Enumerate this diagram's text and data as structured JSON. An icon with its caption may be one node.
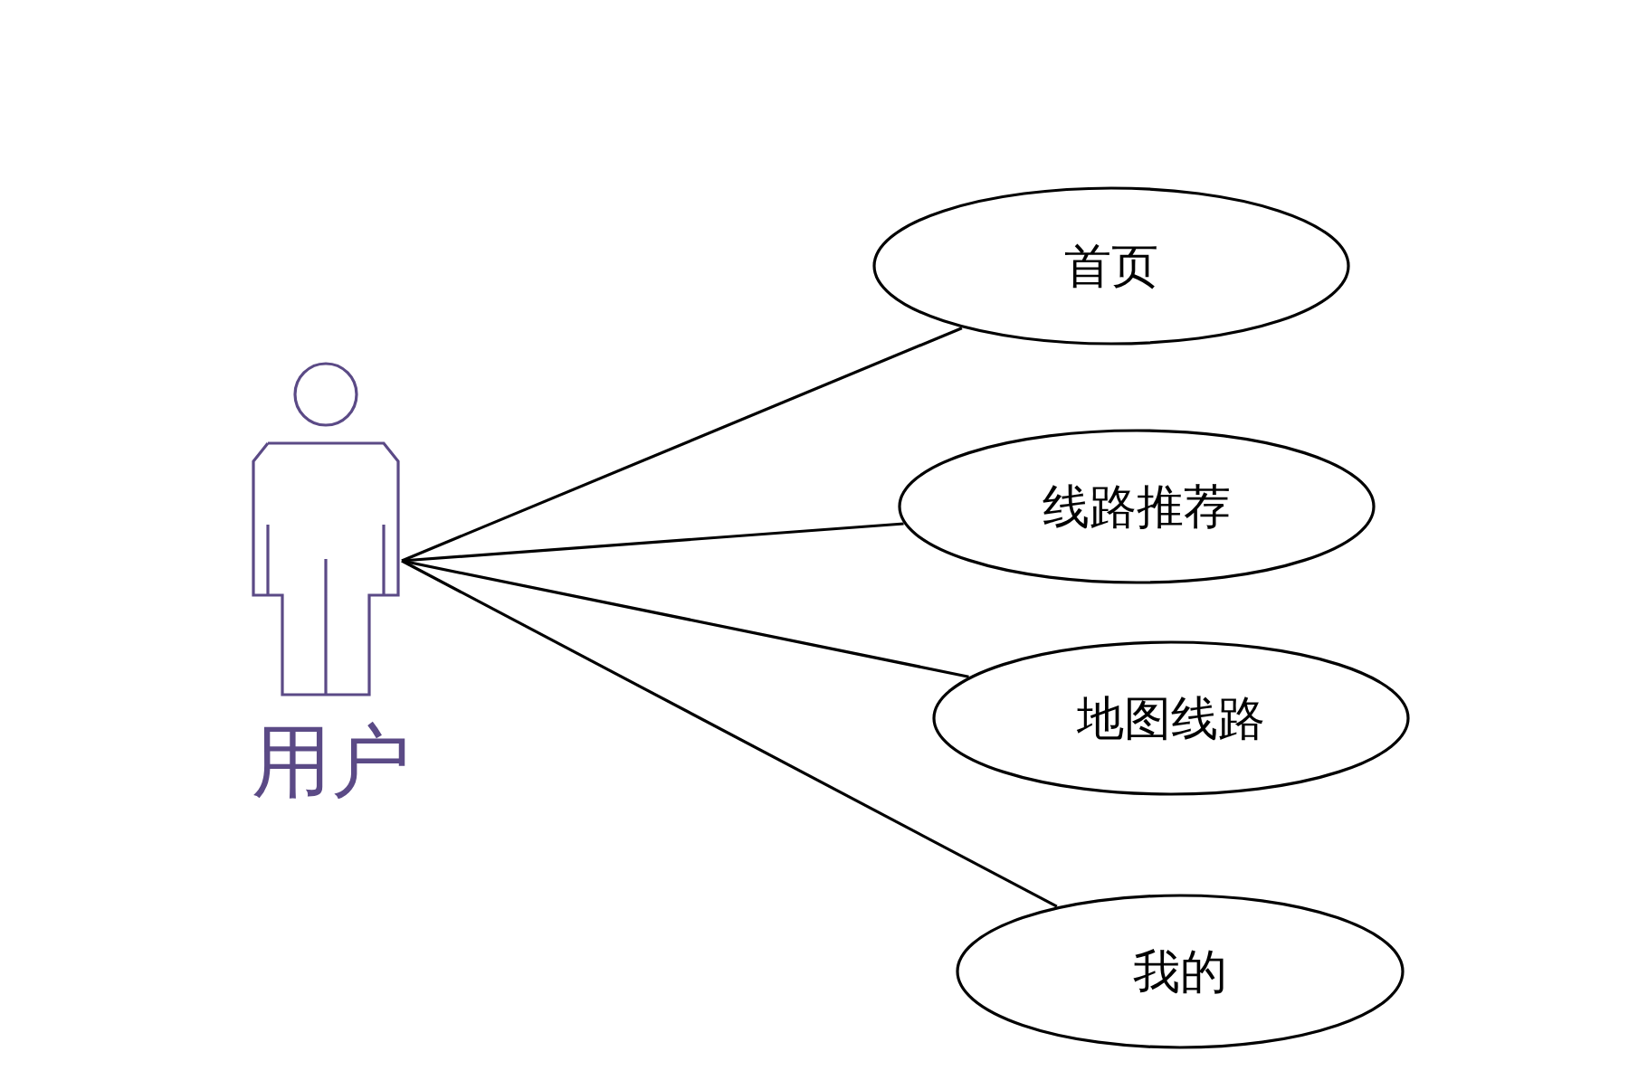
{
  "diagram": {
    "nodes": [
      {
        "text": [
          "用户"
        ]
      },
      {
        "text": [
          "首页"
        ]
      },
      {
        "text": [
          "线路推荐"
        ]
      },
      {
        "text": [
          "地图线路"
        ]
      },
      {
        "text": [
          "我的"
        ]
      }
    ],
    "edges": [
      {
        "from": 0,
        "to": 1,
        "arrow": "none"
      },
      {
        "from": 0,
        "to": 2,
        "arrow": "none"
      },
      {
        "from": 0,
        "to": 3,
        "arrow": "none"
      },
      {
        "from": 0,
        "to": 4,
        "arrow": "none"
      }
    ]
  }
}
